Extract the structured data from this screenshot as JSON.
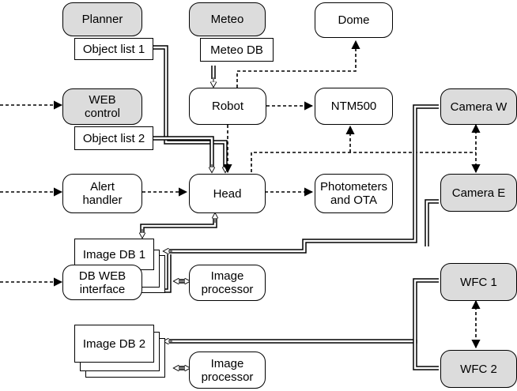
{
  "nodes": {
    "planner": "Planner",
    "object_list_1": "Object list 1",
    "meteo": "Meteo",
    "meteo_db": "Meteo DB",
    "dome": "Dome",
    "web_control": "WEB\ncontrol",
    "object_list_2": "Object list 2",
    "robot": "Robot",
    "ntm500": "NTM500",
    "camera_w": "Camera W",
    "alert_handler": "Alert\nhandler",
    "head": "Head",
    "photometers": "Photometers\nand OTA",
    "camera_e": "Camera E",
    "image_db_1": "Image DB 1",
    "db_web_interface": "DB WEB\ninterface",
    "image_processor_1": "Image\nprocessor",
    "wfc_1": "WFC 1",
    "image_db_2": "Image DB 2",
    "image_processor_2": "Image\nprocessor",
    "wfc_2": "WFC 2"
  },
  "colors": {
    "gray_fill": "#dcdcdc",
    "line": "#000000"
  }
}
